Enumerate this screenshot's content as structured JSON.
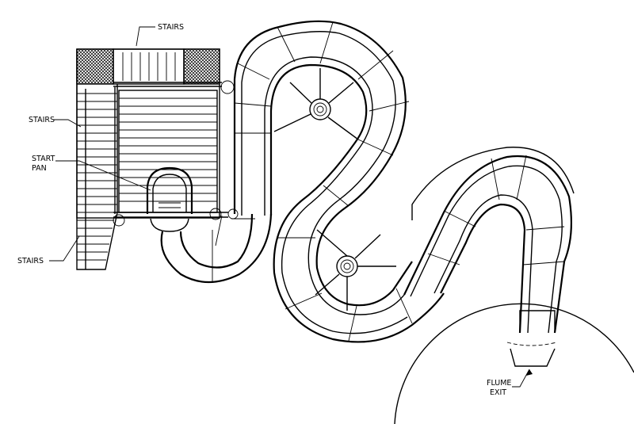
{
  "labels": {
    "stairs_top": "STAIRS",
    "stairs_left": "STAIRS",
    "start_pan_line1": "START",
    "start_pan_line2": "PAN",
    "stairs_bottom": "STAIRS",
    "flume_exit_line1": "FLUME",
    "flume_exit_line2": "EXIT"
  }
}
